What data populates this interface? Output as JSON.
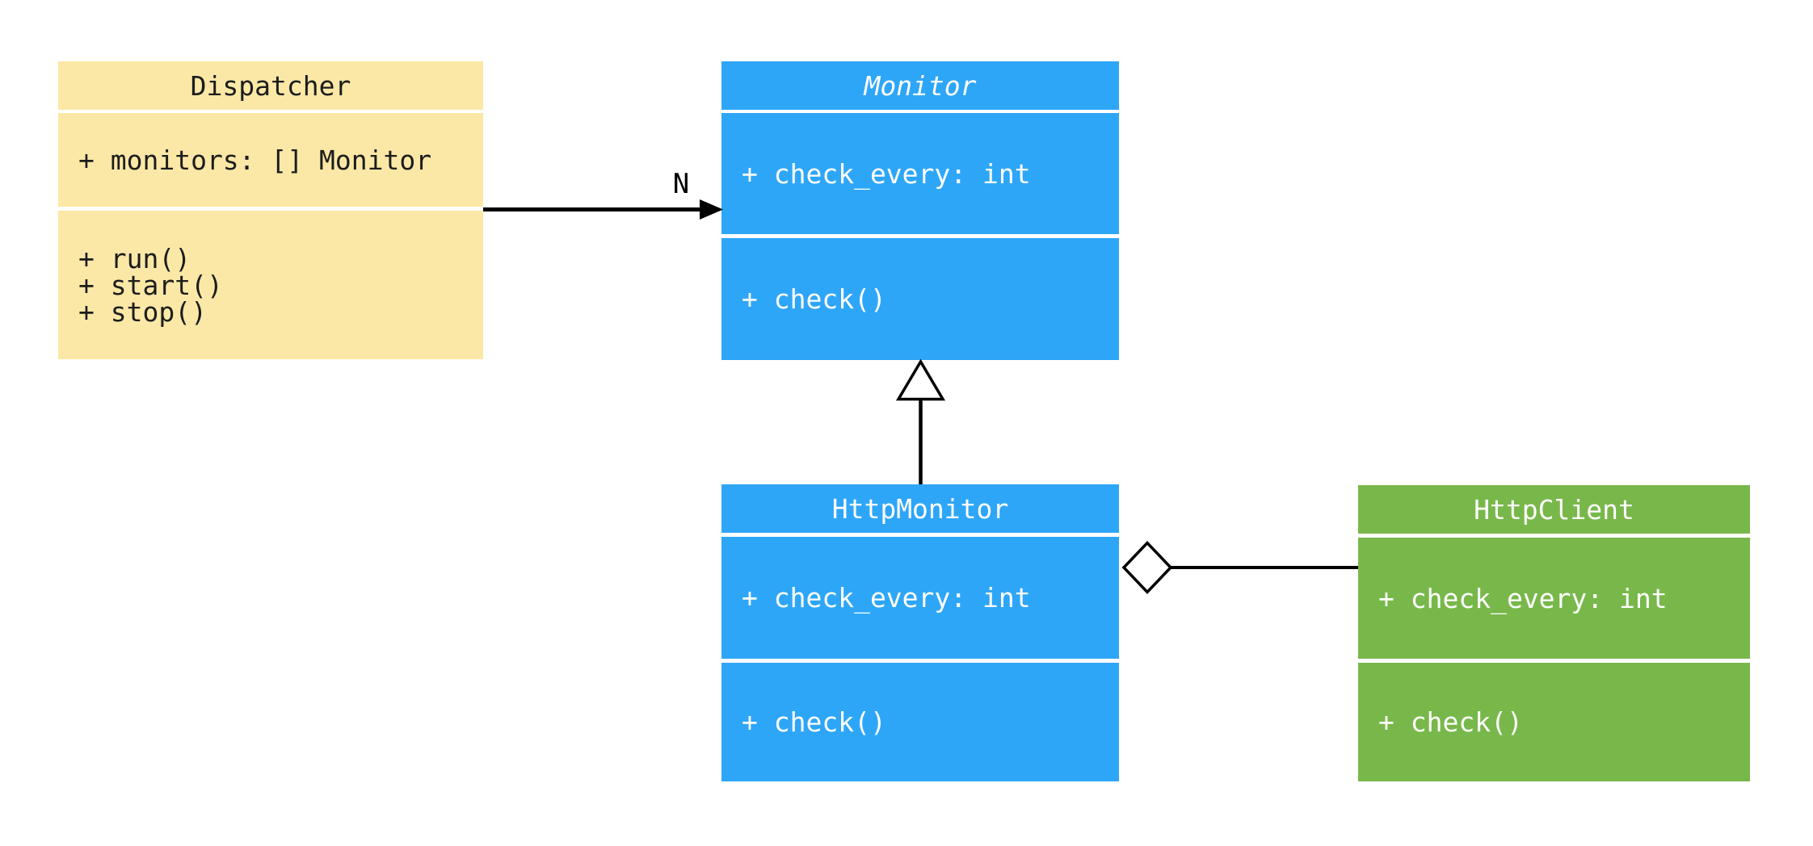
{
  "diagram": {
    "kind": "uml-class-diagram",
    "colors": {
      "dispatcher_fill": "#FBE8A6",
      "monitor_fill": "#2EA6F8",
      "http_monitor_fill": "#2EA6F8",
      "http_client_fill": "#78B84A",
      "dark_text": "#1C1C1C",
      "light_text": "#FFFFFF",
      "connector": "#000000",
      "background": "#FFFFFF"
    },
    "classes": {
      "dispatcher": {
        "title": "Dispatcher",
        "title_italic": false,
        "attributes": [
          "+ monitors: [] Monitor"
        ],
        "methods": [
          "+ run()",
          "+ start()",
          "+ stop()"
        ]
      },
      "monitor": {
        "title": "Monitor",
        "title_italic": true,
        "attributes": [
          "+ check_every: int"
        ],
        "methods": [
          "+ check()"
        ]
      },
      "http_monitor": {
        "title": "HttpMonitor",
        "title_italic": false,
        "attributes": [
          "+ check_every: int"
        ],
        "methods": [
          "+ check()"
        ]
      },
      "http_client": {
        "title": "HttpClient",
        "title_italic": false,
        "attributes": [
          "+ check_every: int"
        ],
        "methods": [
          "+ check()"
        ]
      }
    },
    "relations": {
      "dispatcher_to_monitor": {
        "type": "association-arrow",
        "from": "Dispatcher",
        "to": "Monitor",
        "multiplicity_label": "N"
      },
      "http_monitor_to_monitor": {
        "type": "generalization-hollow-triangle",
        "from": "HttpMonitor",
        "to": "Monitor"
      },
      "http_monitor_to_http_client": {
        "type": "aggregation-hollow-diamond",
        "from": "HttpMonitor",
        "to": "HttpClient"
      }
    }
  }
}
